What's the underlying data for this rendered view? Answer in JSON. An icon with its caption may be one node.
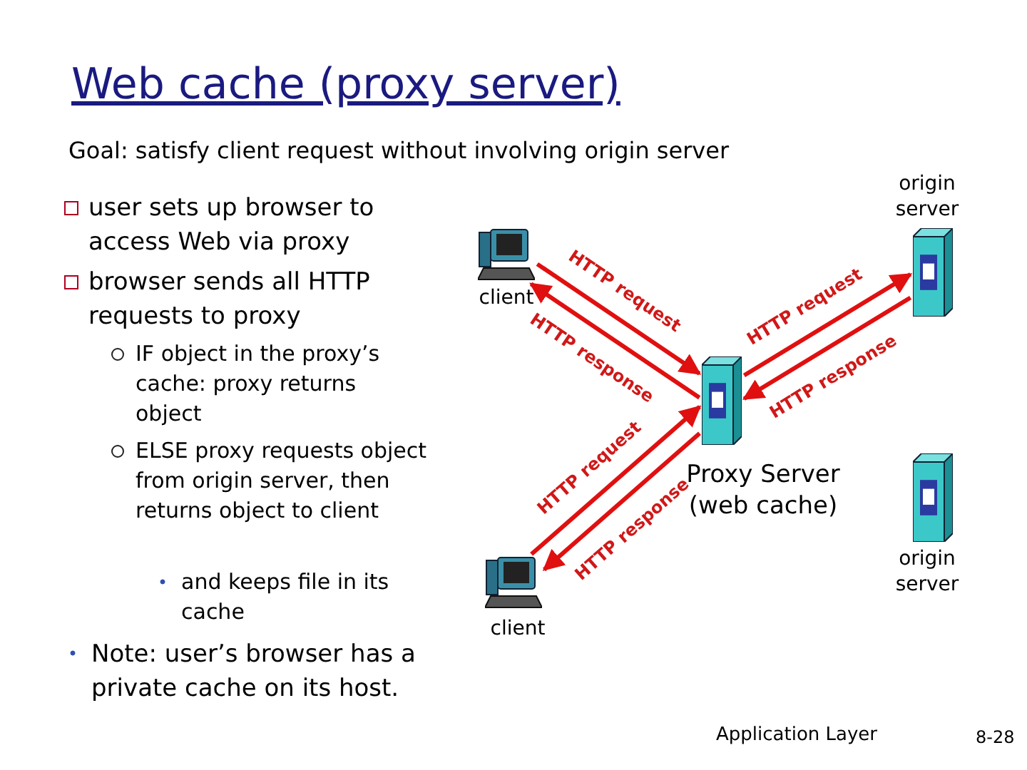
{
  "diagram": {
    "title": "Web cache (proxy server)",
    "nodes": [
      {
        "text": [],
        "shape": "computer",
        "beside": [
          "client"
        ]
      },
      {
        "text": [],
        "shape": "computer",
        "beside": [
          "client"
        ]
      },
      {
        "text": [],
        "shape": "server",
        "beside": [
          "Proxy Server (web cache)"
        ]
      },
      {
        "text": [],
        "shape": "server",
        "beside": [
          "origin server"
        ]
      },
      {
        "text": [],
        "shape": "server",
        "beside": [
          "origin server"
        ]
      }
    ],
    "edges": [
      {
        "from": 0,
        "to": 2,
        "arrow": "to",
        "label": "HTTP request"
      },
      {
        "from": 2,
        "to": 3,
        "arrow": "to",
        "label": "HTTP request"
      },
      {
        "from": 3,
        "to": 2,
        "arrow": "to",
        "label": "HTTP response"
      },
      {
        "from": 2,
        "to": 0,
        "arrow": "to",
        "label": "HTTP response"
      },
      {
        "from": 1,
        "to": 2,
        "arrow": "to",
        "label": "HTTP request"
      },
      {
        "from": 2,
        "to": 1,
        "arrow": "to",
        "label": "HTTP response"
      }
    ],
    "labels": [
      "Goal: satisfy client request without involving origin server",
      "user sets up browser to access Web via proxy",
      "browser sends all HTTP requests to proxy",
      "IF object in the proxy’s cache: proxy returns object",
      "ELSE proxy requests object from origin server, then returns object to client",
      "and keeps file in its cache",
      "Note: user’s browser has a private cache on its host.",
      "Application Layer",
      "8-28"
    ]
  }
}
